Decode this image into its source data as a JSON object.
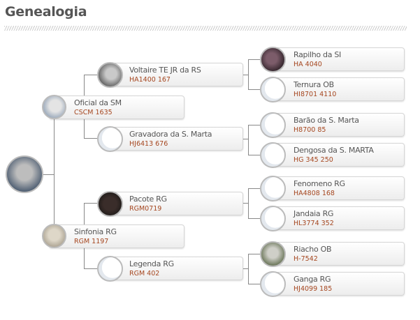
{
  "title": "Genealogia",
  "root": {
    "icon": "animal-photo"
  },
  "gen1": [
    {
      "name": "Oficial da SM",
      "code": "CSCM 1635"
    },
    {
      "name": "Sinfonia RG",
      "code": "RGM 1197"
    }
  ],
  "gen2": [
    {
      "name": "Voltaire TE JR da RS",
      "code": "HA1400 167"
    },
    {
      "name": "Gravadora da S. Marta",
      "code": "HJ6413 676"
    },
    {
      "name": "Pacote RG",
      "code": "RGM0719"
    },
    {
      "name": "Legenda RG",
      "code": "RGM 402"
    }
  ],
  "gen3": [
    {
      "name": "Rapilho da SI",
      "code": "HA 4040"
    },
    {
      "name": "Ternura OB",
      "code": "HI8701 4110"
    },
    {
      "name": "Barão da S. Marta",
      "code": "H8700 85"
    },
    {
      "name": "Dengosa da S. MARTA",
      "code": "HG 345 250"
    },
    {
      "name": "Fenomeno RG",
      "code": "HA4808 168"
    },
    {
      "name": "Jandaia RG",
      "code": "HL3774 352"
    },
    {
      "name": "Riacho OB",
      "code": "H-7542"
    },
    {
      "name": "Ganga RG",
      "code": "HJ4099 185"
    }
  ]
}
